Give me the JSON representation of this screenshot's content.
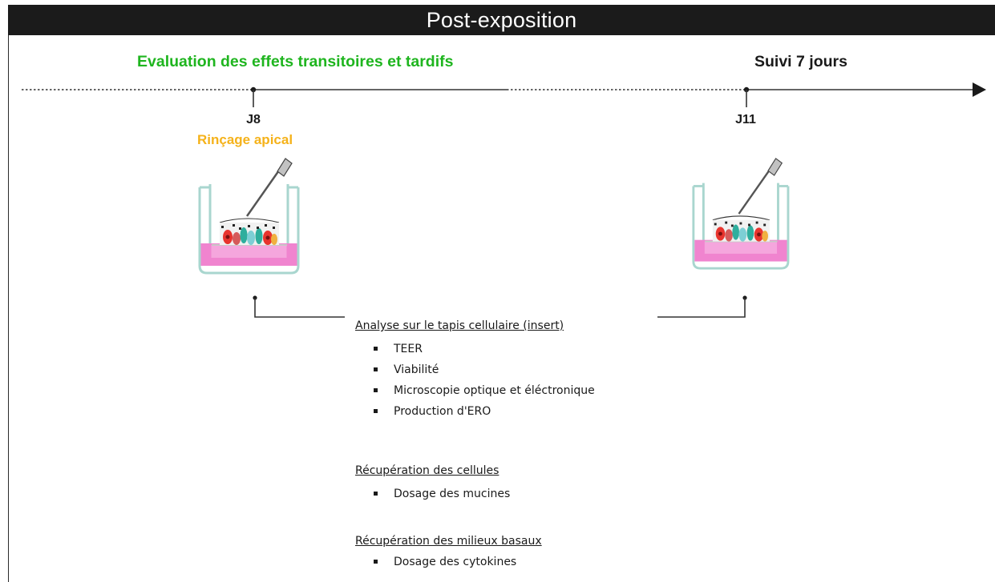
{
  "banner": {
    "title": "Post-exposition"
  },
  "headers": {
    "left": "Evaluation des effets transitoires et tardifs",
    "right": "Suivi 7 jours"
  },
  "timeline": {
    "day_1": "J8",
    "day_2": "J11",
    "day_1_action": "Rinçage apical"
  },
  "analyses": [
    {
      "title": "Analyse sur le tapis cellulaire (insert)",
      "items": [
        "TEER",
        "Viabilité",
        "Microscopie optique et éléctronique",
        "Production d'ERO"
      ]
    },
    {
      "title": "Récupération des cellules",
      "items": [
        "Dosage des mucines"
      ]
    },
    {
      "title": "Récupération des milieux basaux",
      "items": [
        "Dosage des cytokines"
      ]
    }
  ],
  "colors": {
    "banner_bg": "#1b1b1b",
    "green_header": "#1fb51f",
    "rinse_orange": "#f5b21a",
    "medium_pink": "#f084cf",
    "insert_outline": "#a9d6cf"
  }
}
